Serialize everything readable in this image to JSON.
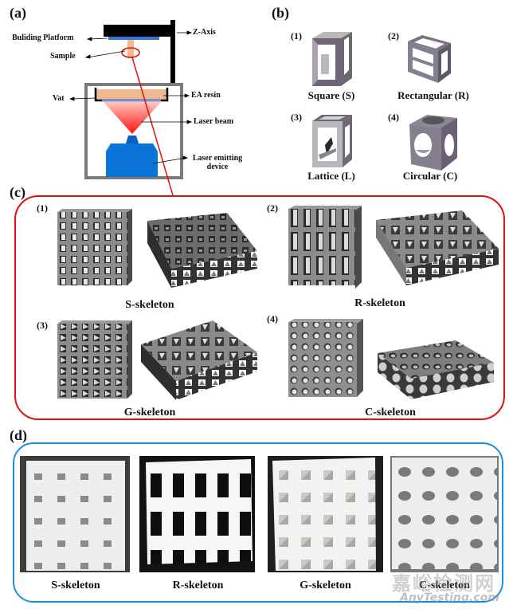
{
  "panels": {
    "a": {
      "label": "(a)",
      "annotations": {
        "building_platform": "Buliding Platform",
        "sample": "Sample",
        "z_axis": "Z-Axis",
        "vat": "Vat",
        "ea_resin": "EA resin",
        "laser_beam": "Laser beam",
        "laser_device_line1": "Laser emitting",
        "laser_device_line2": "device"
      },
      "colors": {
        "platform": "#000000",
        "resin": "#f0b88f",
        "laser": "#ff2020",
        "device": "#0a74d8",
        "frame": "#7a7a7a"
      }
    },
    "b": {
      "label": "(b)",
      "cells": [
        {
          "index": "(1)",
          "caption": "Square (S)"
        },
        {
          "index": "(2)",
          "caption": "Rectangular (R)"
        },
        {
          "index": "(3)",
          "caption": "Lattice (L)"
        },
        {
          "index": "(4)",
          "caption": "Circular (C)"
        }
      ]
    },
    "c": {
      "label": "(c)",
      "border_color": "#e01010",
      "cells": [
        {
          "index": "(1)",
          "caption": "S-skeleton"
        },
        {
          "index": "(2)",
          "caption": "R-skeleton"
        },
        {
          "index": "(3)",
          "caption": "G-skeleton"
        },
        {
          "index": "(4)",
          "caption": "C-skeleton"
        }
      ]
    },
    "d": {
      "label": "(d)",
      "border_color": "#1a8fe0",
      "photos": [
        {
          "caption": "S-skeleton"
        },
        {
          "caption": "R-skeleton"
        },
        {
          "caption": "G-skeleton"
        },
        {
          "caption": "C-skeleton"
        }
      ]
    }
  },
  "watermark": {
    "line1": "嘉峪检测网",
    "line2": "AnyTesting.com"
  }
}
